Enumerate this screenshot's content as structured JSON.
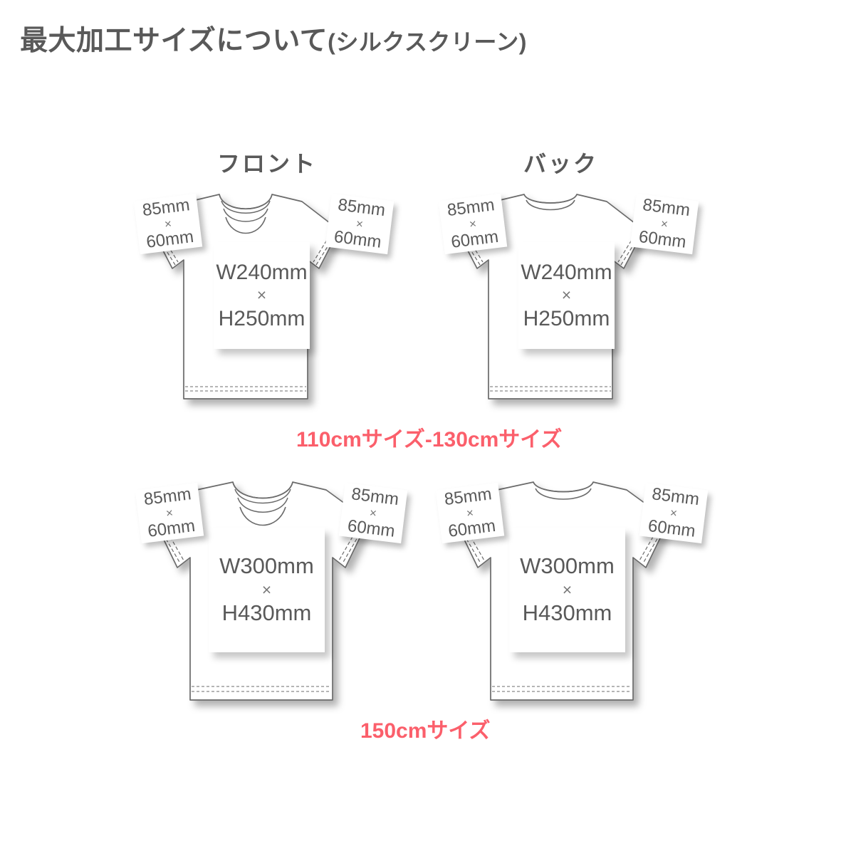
{
  "header": {
    "title_main": "最大加工サイズについて",
    "title_paren": "(シルクスクリーン)"
  },
  "columns": {
    "front_label": "フロント",
    "back_label": "バック"
  },
  "colors": {
    "text_gray": "#595959",
    "accent_red": "#fb5f6b",
    "outline_gray": "#6b6b6b",
    "background": "#ffffff"
  },
  "groups": [
    {
      "id": "group-110-130",
      "size_caption": "110cmサイズ-130cmサイズ",
      "front": {
        "view": "front",
        "print_area": {
          "line1": "W240mm",
          "sep": "×",
          "line2": "H250mm"
        },
        "sleeve_left": {
          "line1": "85mm",
          "sep": "×",
          "line2": "60mm"
        },
        "sleeve_right": {
          "line1": "85mm",
          "sep": "×",
          "line2": "60mm"
        }
      },
      "back": {
        "view": "back",
        "print_area": {
          "line1": "W240mm",
          "sep": "×",
          "line2": "H250mm"
        },
        "sleeve_left": {
          "line1": "85mm",
          "sep": "×",
          "line2": "60mm"
        },
        "sleeve_right": {
          "line1": "85mm",
          "sep": "×",
          "line2": "60mm"
        }
      }
    },
    {
      "id": "group-150",
      "size_caption": "150cmサイズ",
      "front": {
        "view": "front",
        "print_area": {
          "line1": "W300mm",
          "sep": "×",
          "line2": "H430mm"
        },
        "sleeve_left": {
          "line1": "85mm",
          "sep": "×",
          "line2": "60mm"
        },
        "sleeve_right": {
          "line1": "85mm",
          "sep": "×",
          "line2": "60mm"
        }
      },
      "back": {
        "view": "back",
        "print_area": {
          "line1": "W300mm",
          "sep": "×",
          "line2": "H430mm"
        },
        "sleeve_left": {
          "line1": "85mm",
          "sep": "×",
          "line2": "60mm"
        },
        "sleeve_right": {
          "line1": "85mm",
          "sep": "×",
          "line2": "60mm"
        }
      }
    }
  ]
}
